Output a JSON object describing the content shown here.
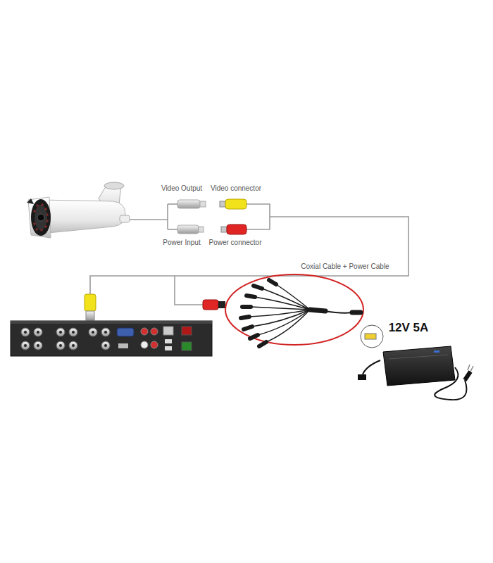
{
  "diagram": {
    "labels": [
      "Video Output",
      "Video connector",
      "Power Input",
      "Power connector",
      "Coxial Cable + Power Cable",
      "12V 5A"
    ]
  }
}
